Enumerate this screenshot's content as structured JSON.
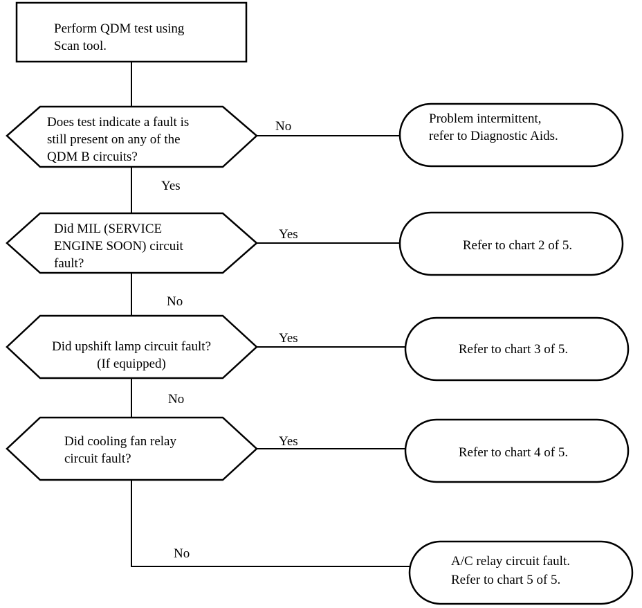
{
  "start": {
    "lines": [
      "Perform QDM test using",
      "Scan tool."
    ]
  },
  "decisions": [
    {
      "lines": [
        "Does test indicate a fault is",
        "still present on any of the",
        "QDM B circuits?"
      ]
    },
    {
      "lines": [
        "Did MIL (SERVICE",
        "ENGINE SOON) circuit",
        "fault?"
      ]
    },
    {
      "lines": [
        "Did upshift lamp circuit fault?",
        "(If equipped)"
      ]
    },
    {
      "lines": [
        "Did cooling fan relay",
        "circuit fault?"
      ]
    }
  ],
  "outcomes": [
    {
      "lines": [
        "Problem intermittent,",
        "refer to Diagnostic Aids."
      ]
    },
    {
      "lines": [
        "Refer to chart 2 of 5."
      ]
    },
    {
      "lines": [
        "Refer to chart 3 of 5."
      ]
    },
    {
      "lines": [
        "Refer to chart 4 of 5."
      ]
    },
    {
      "lines": [
        "A/C relay circuit fault.",
        "Refer to chart 5 of 5."
      ]
    }
  ],
  "labels": {
    "d1_branch": "No",
    "d1_down": "Yes",
    "d2_branch": "Yes",
    "d2_down": "No",
    "d3_branch": "Yes",
    "d3_down": "No",
    "d4_branch": "Yes",
    "d4_down": "No"
  }
}
